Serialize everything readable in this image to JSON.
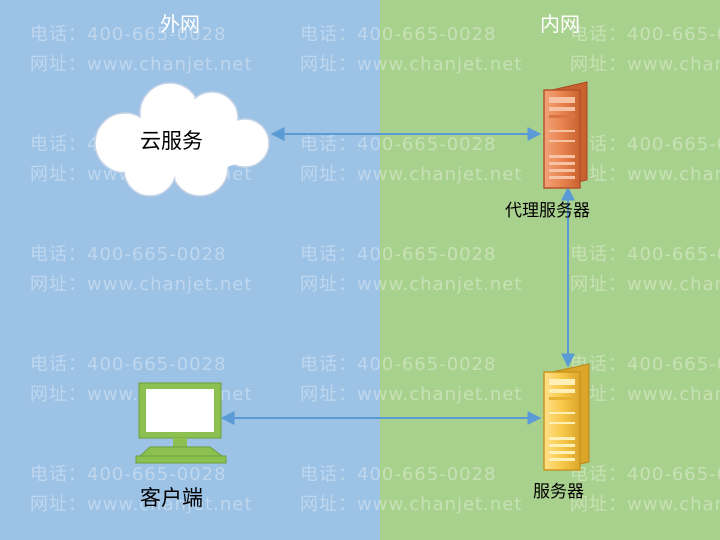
{
  "zones": {
    "left": {
      "title": "外网",
      "color": "#9cc2e5"
    },
    "right": {
      "title": "内网",
      "color": "#a9d18e"
    }
  },
  "nodes": {
    "cloud": {
      "label": "云服务",
      "icon": "cloud-icon"
    },
    "proxy": {
      "label": "代理服务器",
      "icon": "server-icon",
      "color": "#e07b47"
    },
    "server": {
      "label": "服务器",
      "icon": "server-icon",
      "color": "#f5c142"
    },
    "client": {
      "label": "客户端",
      "icon": "monitor-icon",
      "color": "#8cc152"
    }
  },
  "watermark": {
    "phone": "电话：400-665-0028",
    "site": "网址：www.chanjet.net"
  },
  "connection_color": "#5b9bd5"
}
